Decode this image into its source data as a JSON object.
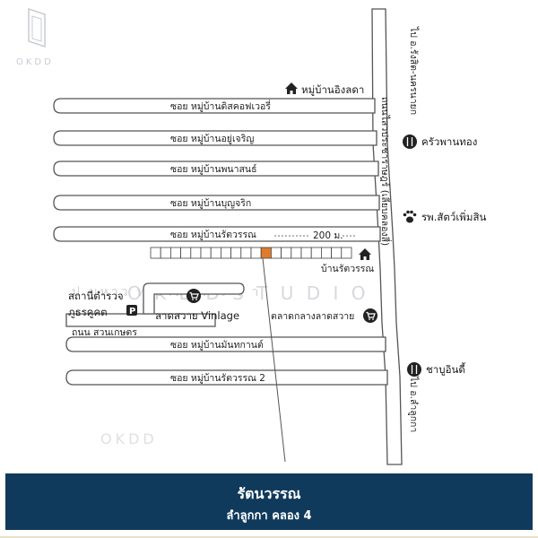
{
  "watermark": {
    "logo_text": "OKDD",
    "bottom_text": "OKDD",
    "studio_text": "O K D D   S T U D I O",
    "thai_text": "ป  มหาว ท ยาลัย  ท  ร  ร  า",
    "color": "#c9ccd2"
  },
  "main_road": {
    "top_label": "ไป อ.รังสิต-นครนายก",
    "road_label": "ถนนไสวประชาราษฎร์ (เลียบคลองสี่)",
    "bottom_label": "ไป อ.ลำลูกกา"
  },
  "soi_labels": [
    "ซอย หมู่บ้านดิสคอฟเวอรี่",
    "ซอย หมู่บ้านอยู่เจริญ",
    "ซอย หมู่บ้านพนาสนธ์",
    "ซอย หมู่บ้านบุญจริก",
    "ซอย หมู่บ้านรัตวรรณ",
    "ซอย หมู่บ้านมันทกานต์",
    "ซอย หมู่บ้านรัตวรรณ 2"
  ],
  "distance_label": "200 ม.",
  "road_suan_kaset": "ถนน สวนเกษตร",
  "places": {
    "ingladda": "หมู่บ้านอิงลดา",
    "khrua_phanthong": "ครัวพานทอง",
    "pet_hospital": "รพ.สัตว์เพิ่มสิน",
    "rattawan_home": "บ้านรัตวรรณ",
    "police_line1": "สถานีตำรวจ",
    "police_line2": "ภูธรคูคต",
    "lat_sawai_vinlage": "ลาดสวาย Vinlage",
    "talad_klang": "ตลาดกลางลาดสวาย",
    "shabu_inn": "ชาบูอินดี้"
  },
  "parking_symbol": "P",
  "highlight_color": "#e07b2a",
  "banner": {
    "title": "รัตนวรรณ",
    "subtitle": "ลำลูกกา คลอง 4",
    "bg_color": "#103a5c"
  }
}
